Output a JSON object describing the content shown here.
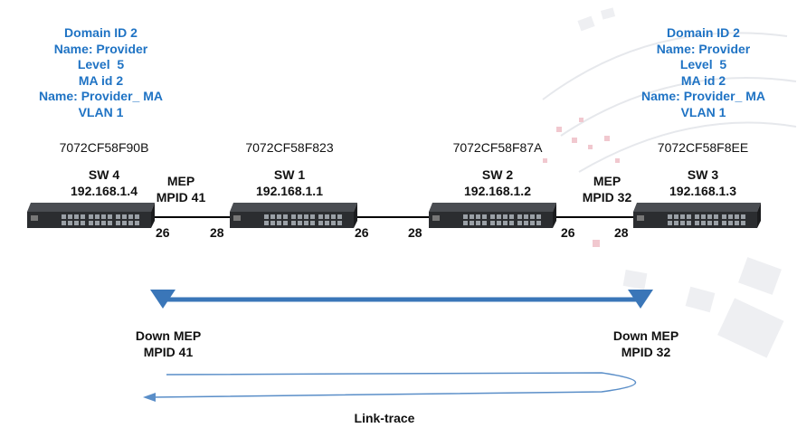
{
  "domains": [
    {
      "lines": [
        "Domain ID 2",
        "Name: Provider",
        "Level  5",
        "MA id 2",
        "Name: Provider_ MA",
        "VLAN 1"
      ]
    },
    {
      "lines": [
        "Domain ID 2",
        "Name: Provider",
        "Level  5",
        "MA id 2",
        "Name: Provider_ MA",
        "VLAN 1"
      ]
    }
  ],
  "switches": [
    {
      "mac": "7072CF58F90B",
      "name": "SW 4",
      "ip": "192.168.1.4"
    },
    {
      "mac": "7072CF58F823",
      "name": "SW 1",
      "ip": "192.168.1.1"
    },
    {
      "mac": "7072CF58F87A",
      "name": "SW 2",
      "ip": "192.168.1.2"
    },
    {
      "mac": "7072CF58F8EE",
      "name": "SW 3",
      "ip": "192.168.1.3"
    }
  ],
  "meps": [
    {
      "line1": "MEP",
      "line2": "MPID 41"
    },
    {
      "line1": "MEP",
      "line2": "MPID 32"
    }
  ],
  "ports": [
    "26",
    "28",
    "26",
    "28",
    "26",
    "28"
  ],
  "down_meps": [
    {
      "line1": "Down MEP",
      "line2": "MPID 41"
    },
    {
      "line1": "Down MEP",
      "line2": "MPID 32"
    }
  ],
  "linktrace_label": "Link-trace",
  "colors": {
    "label_blue": "#1f73c4",
    "arrow_blue": "#3a76b8",
    "trace_blue": "#5a8ec8",
    "switch_body": "#2b2d30"
  }
}
